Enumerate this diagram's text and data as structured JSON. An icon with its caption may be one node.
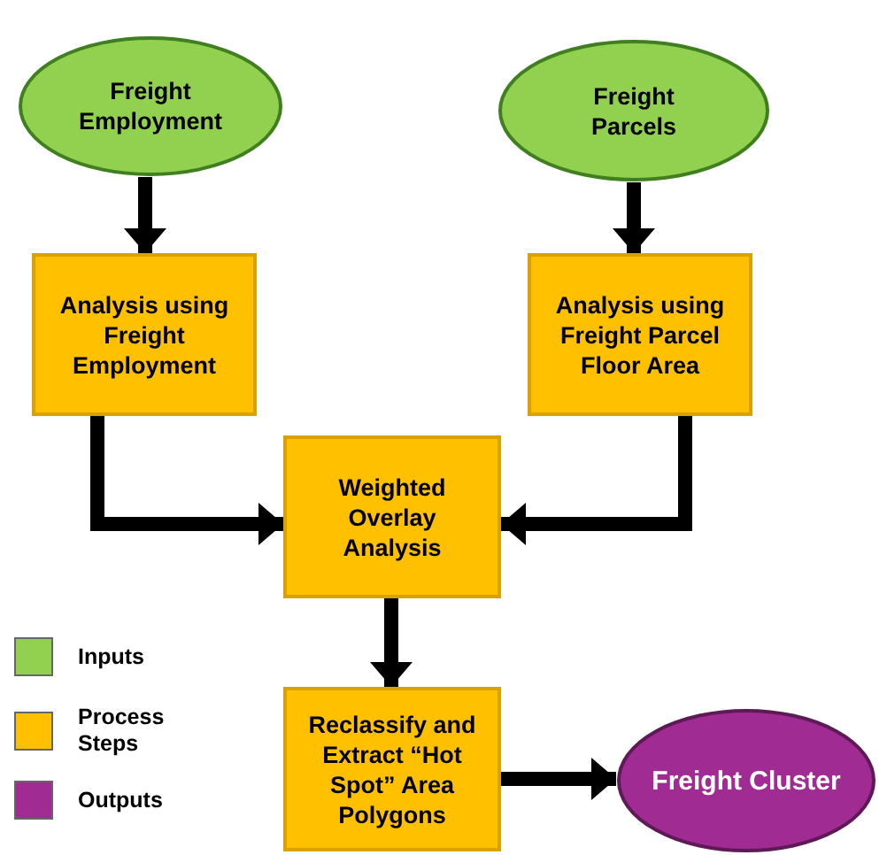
{
  "diagram": {
    "nodes": [
      {
        "text": [
          "Freight Employment"
        ]
      },
      {
        "text": [
          "Freight Parcels"
        ]
      },
      {
        "text": [
          "Analysis using Freight Employment"
        ]
      },
      {
        "text": [
          "Analysis using Freight Parcel Floor Area"
        ]
      },
      {
        "text": [
          "Weighted Overlay Analysis"
        ]
      },
      {
        "text": [
          "Reclassify and Extract “Hot Spot” Area Polygons"
        ]
      },
      {
        "text": [
          "Freight Cluster"
        ]
      }
    ],
    "edges": [
      {
        "from": 0,
        "to": 2,
        "arrow": "to"
      },
      {
        "from": 1,
        "to": 3,
        "arrow": "to"
      },
      {
        "from": 2,
        "to": 4,
        "arrow": "to"
      },
      {
        "from": 3,
        "to": 4,
        "arrow": "to"
      },
      {
        "from": 4,
        "to": 5,
        "arrow": "to"
      },
      {
        "from": 5,
        "to": 6,
        "arrow": "to"
      }
    ],
    "legend": [
      {
        "text": "Inputs",
        "color": "#92d050"
      },
      {
        "text": "Process Steps",
        "color": "#ffc000"
      },
      {
        "text": "Outputs",
        "color": "#a02b93"
      }
    ]
  }
}
